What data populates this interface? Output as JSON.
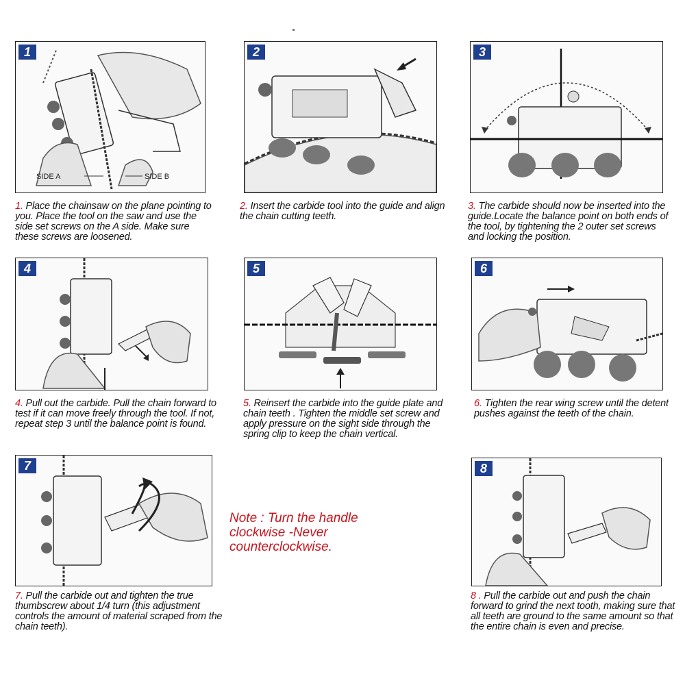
{
  "steps": [
    {
      "number": "1",
      "caption_num": "1.",
      "caption": " Place the chainsaw on the plane pointing to you. Place the tool on the saw and use the side set screws on the A side. Make sure these screws are loosened.",
      "labels": {
        "side_a": "SIDE A",
        "side_b": "SIDE B"
      }
    },
    {
      "number": "2",
      "caption_num": "2.",
      "caption": " Insert the carbide tool into the guide and align the chain cutting teeth."
    },
    {
      "number": "3",
      "caption_num": "3.",
      "caption": " The carbide should now be inserted into the guide.Locate the balance point on both ends of the tool, by tightening the 2 outer set screws and locking the position."
    },
    {
      "number": "4",
      "caption_num": "4.",
      "caption": " Pull out the carbide. Pull the chain forward to test if it can move freely through the tool. If not, repeat step 3 until the balance point is found."
    },
    {
      "number": "5",
      "caption_num": "5.",
      "caption": " Reinsert the carbide into the guide plate and chain teeth . Tighten the middle set screw and apply pressure on the sight side through the spring clip to keep the chain vertical."
    },
    {
      "number": "6",
      "caption_num": "6.",
      "caption": " Tighten the rear wing screw until the detent pushes against the teeth of the chain."
    },
    {
      "number": "7",
      "caption_num": "7.",
      "caption": " Pull the carbide out and tighten the true thumbscrew about 1/4 turn (this adjustment controls the amount of material scraped from the chain teeth)."
    },
    {
      "number": "8",
      "caption_num": "8 .",
      "caption": " Pull the carbide out and push the chain forward to grind the next tooth, making sure that all teeth are ground to the same amount so that the entire chain is even and precise."
    }
  ],
  "note": "Note : Turn the handle clockwise -Never counterclockwise.",
  "colors": {
    "badge": "#1f3f8f",
    "accent": "#c8141e",
    "text": "#111111"
  }
}
